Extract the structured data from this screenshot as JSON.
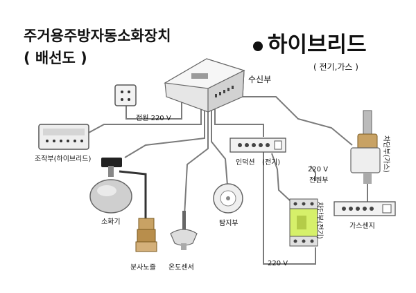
{
  "titles": {
    "main": "주거용주방자동소화장치",
    "subtitle": "( 배선도 )",
    "hybrid": "하이브리드",
    "hybrid_types": "( 전기,가스 )"
  },
  "labels": {
    "receiver": "수신부",
    "power_main": "전원 220 V",
    "control_panel": "조작부(하이브리드)",
    "extinguisher": "소화기",
    "spray_nozzle": "분사노즐",
    "temp_sensor": "온도센서",
    "receiver_terminal": "탐지부",
    "induction_sensor": "인덕션",
    "induction_sensor_type": "(전기)",
    "power_unit_voltage": "220 V",
    "power_unit": "전원부",
    "breaker_electric": "차단부(전기)",
    "breaker_gas": "차단부(가스)",
    "gas_sensor": "가스센지",
    "bottom_power": "220 V"
  },
  "colors": {
    "wire": "#7a7a7a",
    "device_body": "#eeeeee",
    "brass": "#c8a264",
    "module_green": "#d6f06a",
    "bullet": "#111111"
  },
  "icons": [
    "outlet-icon",
    "receiver-box-icon",
    "control-panel-icon",
    "extinguisher-icon",
    "nozzle-icon",
    "temp-sensor-icon",
    "detector-icon",
    "sensor-strip-icon",
    "din-module-icon",
    "gas-valve-icon"
  ]
}
